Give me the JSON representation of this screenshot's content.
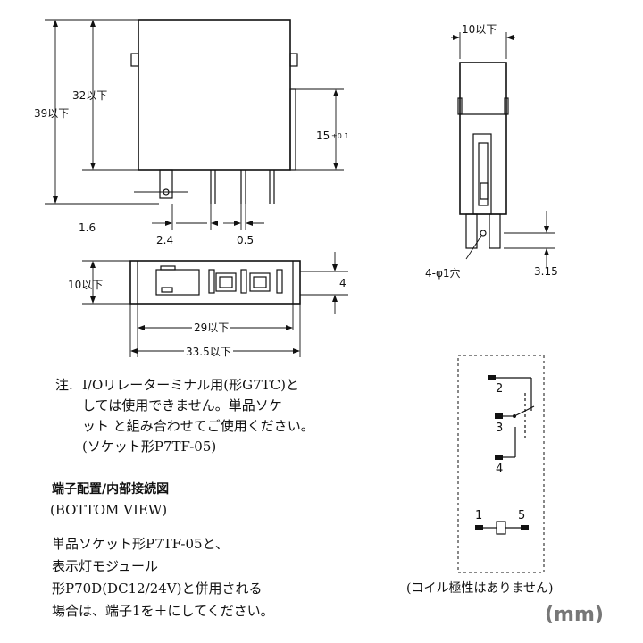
{
  "dimensions": {
    "height_39": "39以下",
    "height_32": "32以下",
    "pitch_15": "15",
    "tol_01": "±0.1",
    "offset_16": "1.6",
    "pin_24": "2.4",
    "pin_05": "0.5",
    "depth_10": "10以下",
    "width_29": "29以下",
    "width_335": "33.5以下",
    "height_4": "4",
    "side_10": "10以下",
    "holes": "4-φ1穴",
    "side_315": "3.15"
  },
  "note": {
    "marker": "注.",
    "lines": [
      "I/Oリレーターミナル用(形G7TC)と",
      "しては使用できません。単品ソケ",
      "ット と組み合わせてご使用ください。",
      "(ソケット形P7TF-05)"
    ]
  },
  "terminal": {
    "title": "端子配置/内部接続図",
    "subtitle": "(BOTTOM VIEW)",
    "lines": [
      "単品ソケット形P7TF-05と、",
      "表示灯モジュール",
      "形P70D(DC12/24V)と併用される",
      "場合は、端子1を＋にしてください。"
    ]
  },
  "schematic": {
    "pin2": "2",
    "pin3": "3",
    "pin4": "4",
    "pin1": "1",
    "pin5": "5",
    "caption": "(コイル極性はありません)"
  },
  "unit": "(mm)"
}
